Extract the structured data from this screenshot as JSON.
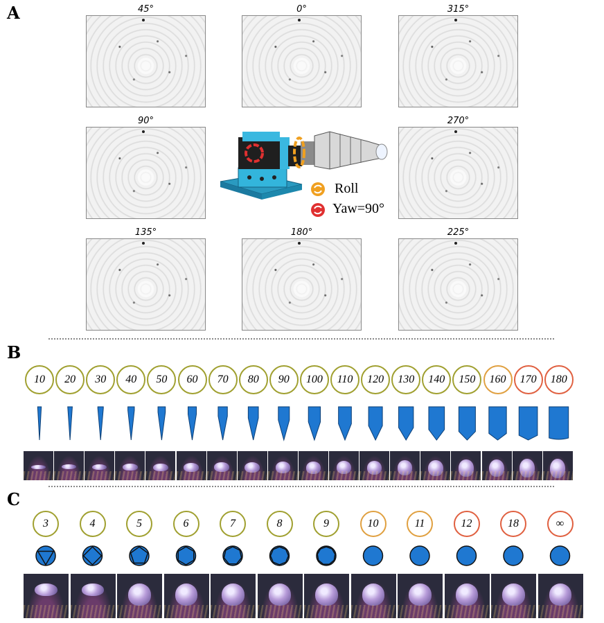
{
  "panels": {
    "a": "A",
    "b": "B",
    "c": "C"
  },
  "panel_a": {
    "angles": [
      "45°",
      "0°",
      "315°",
      "90°",
      "270°",
      "135°",
      "180°",
      "225°"
    ],
    "legend": {
      "roll": "Roll",
      "yaw": "Yaw=90°"
    }
  },
  "panel_b": {
    "values": [
      "10",
      "20",
      "30",
      "40",
      "50",
      "60",
      "70",
      "80",
      "90",
      "100",
      "110",
      "120",
      "130",
      "140",
      "150",
      "160",
      "170",
      "180"
    ],
    "colors": [
      "olive",
      "olive",
      "olive",
      "olive",
      "olive",
      "olive",
      "olive",
      "olive",
      "olive",
      "olive",
      "olive",
      "olive",
      "olive",
      "olive",
      "olive",
      "orange",
      "red",
      "red"
    ]
  },
  "panel_c": {
    "values": [
      "3",
      "4",
      "5",
      "6",
      "7",
      "8",
      "9",
      "10",
      "11",
      "12",
      "18",
      "∞"
    ],
    "colors": [
      "olive",
      "olive",
      "olive",
      "olive",
      "olive",
      "olive",
      "olive",
      "orange",
      "orange",
      "red",
      "red",
      "red"
    ]
  },
  "palette": {
    "olive": "#a0a030",
    "orange": "#e0a040",
    "red": "#e06040",
    "blue": "#1f78d1"
  }
}
